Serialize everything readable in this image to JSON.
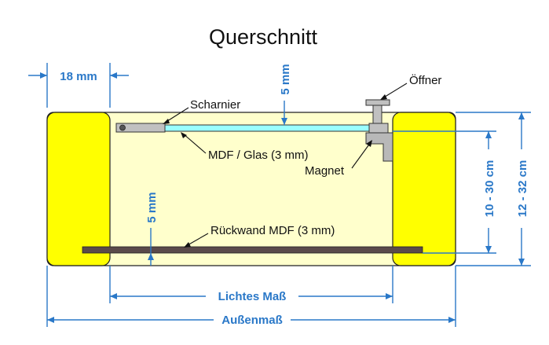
{
  "title": "Querschnitt",
  "labels": {
    "hinge": "Scharnier",
    "opener": "Öffner",
    "panel": "MDF / Glas (3 mm)",
    "magnet": "Magnet",
    "back_wall": "Rückwand MDF (3 mm)"
  },
  "dimensions": {
    "side_width": "18 mm",
    "top_gap": "5 mm",
    "bottom_gap": "5 mm",
    "inner_depth": "10 - 30 cm",
    "outer_depth": "12 - 32 cm",
    "inner_width": "Lichtes Maß",
    "outer_width": "Außenmaß"
  },
  "colors": {
    "side_panel": "#ffff00",
    "interior": "#ffffcc",
    "glass": "#99ffff",
    "back_wall": "#5a4a4a",
    "dimension": "#2a78c8"
  }
}
